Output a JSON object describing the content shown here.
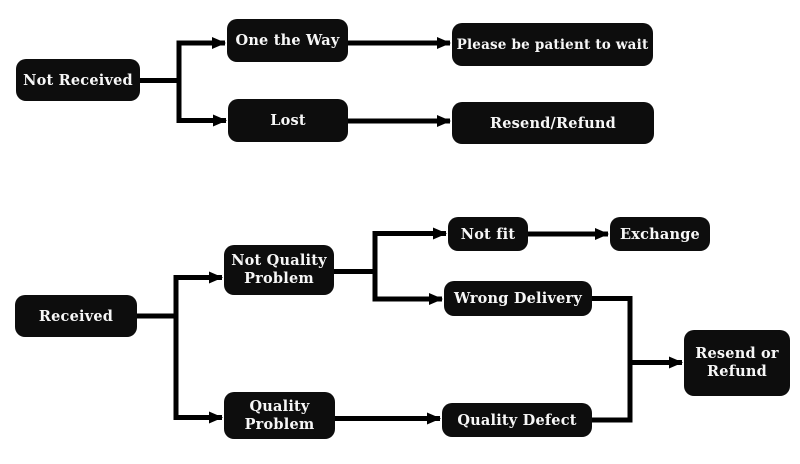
{
  "diagram": {
    "type": "flowchart",
    "background_color": "#ffffff",
    "node_background_color": "#0d0d0d",
    "node_text_color": "#f7f7f7",
    "edge_color": "#000000"
  },
  "nodes": {
    "not_received": {
      "label": "Not Received"
    },
    "one_the_way": {
      "label": "One the Way"
    },
    "please_wait": {
      "label": "Please be patient to wait"
    },
    "lost": {
      "label": "Lost"
    },
    "resend_refund": {
      "label": "Resend/Refund"
    },
    "received": {
      "label": "Received"
    },
    "not_quality_problem": {
      "label": "Not Quality Problem"
    },
    "quality_problem": {
      "label": "Quality Problem"
    },
    "not_fit": {
      "label": "Not fit"
    },
    "exchange": {
      "label": "Exchange"
    },
    "wrong_delivery": {
      "label": "Wrong Delivery"
    },
    "quality_defect": {
      "label": "Quality Defect"
    },
    "resend_or_refund": {
      "label": "Resend or Refund"
    }
  },
  "edges": [
    {
      "from": "Not Received",
      "to": "One the Way"
    },
    {
      "from": "Not Received",
      "to": "Lost"
    },
    {
      "from": "One the Way",
      "to": "Please be patient to wait"
    },
    {
      "from": "Lost",
      "to": "Resend/Refund"
    },
    {
      "from": "Received",
      "to": "Not Quality Problem"
    },
    {
      "from": "Received",
      "to": "Quality Problem"
    },
    {
      "from": "Not Quality Problem",
      "to": "Not fit"
    },
    {
      "from": "Not Quality Problem",
      "to": "Wrong Delivery"
    },
    {
      "from": "Not fit",
      "to": "Exchange"
    },
    {
      "from": "Wrong Delivery",
      "to": "Resend or Refund"
    },
    {
      "from": "Quality Problem",
      "to": "Quality Defect"
    },
    {
      "from": "Quality Defect",
      "to": "Resend or Refund"
    }
  ]
}
